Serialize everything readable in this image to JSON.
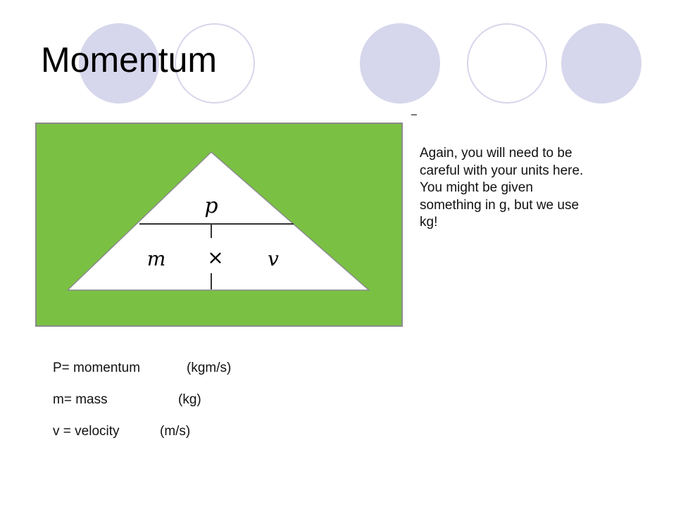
{
  "slide": {
    "title": "Momentum",
    "note": "Again, you will need to be careful with your units here. You might be given something in g, but we use kg!",
    "triangle": {
      "top_label": "p",
      "left_label": "m",
      "operator": "×",
      "right_label": "v"
    },
    "definitions": [
      {
        "term": "P= momentum",
        "unit": "(kgm/s)"
      },
      {
        "term": "m= mass",
        "unit": "(kg)"
      },
      {
        "term": "v = velocity",
        "unit": "(m/s)"
      }
    ],
    "colors": {
      "accent_circle": "#d6d6ec",
      "diagram_green": "#7ac143",
      "diagram_border": "#8a8a8a"
    }
  }
}
